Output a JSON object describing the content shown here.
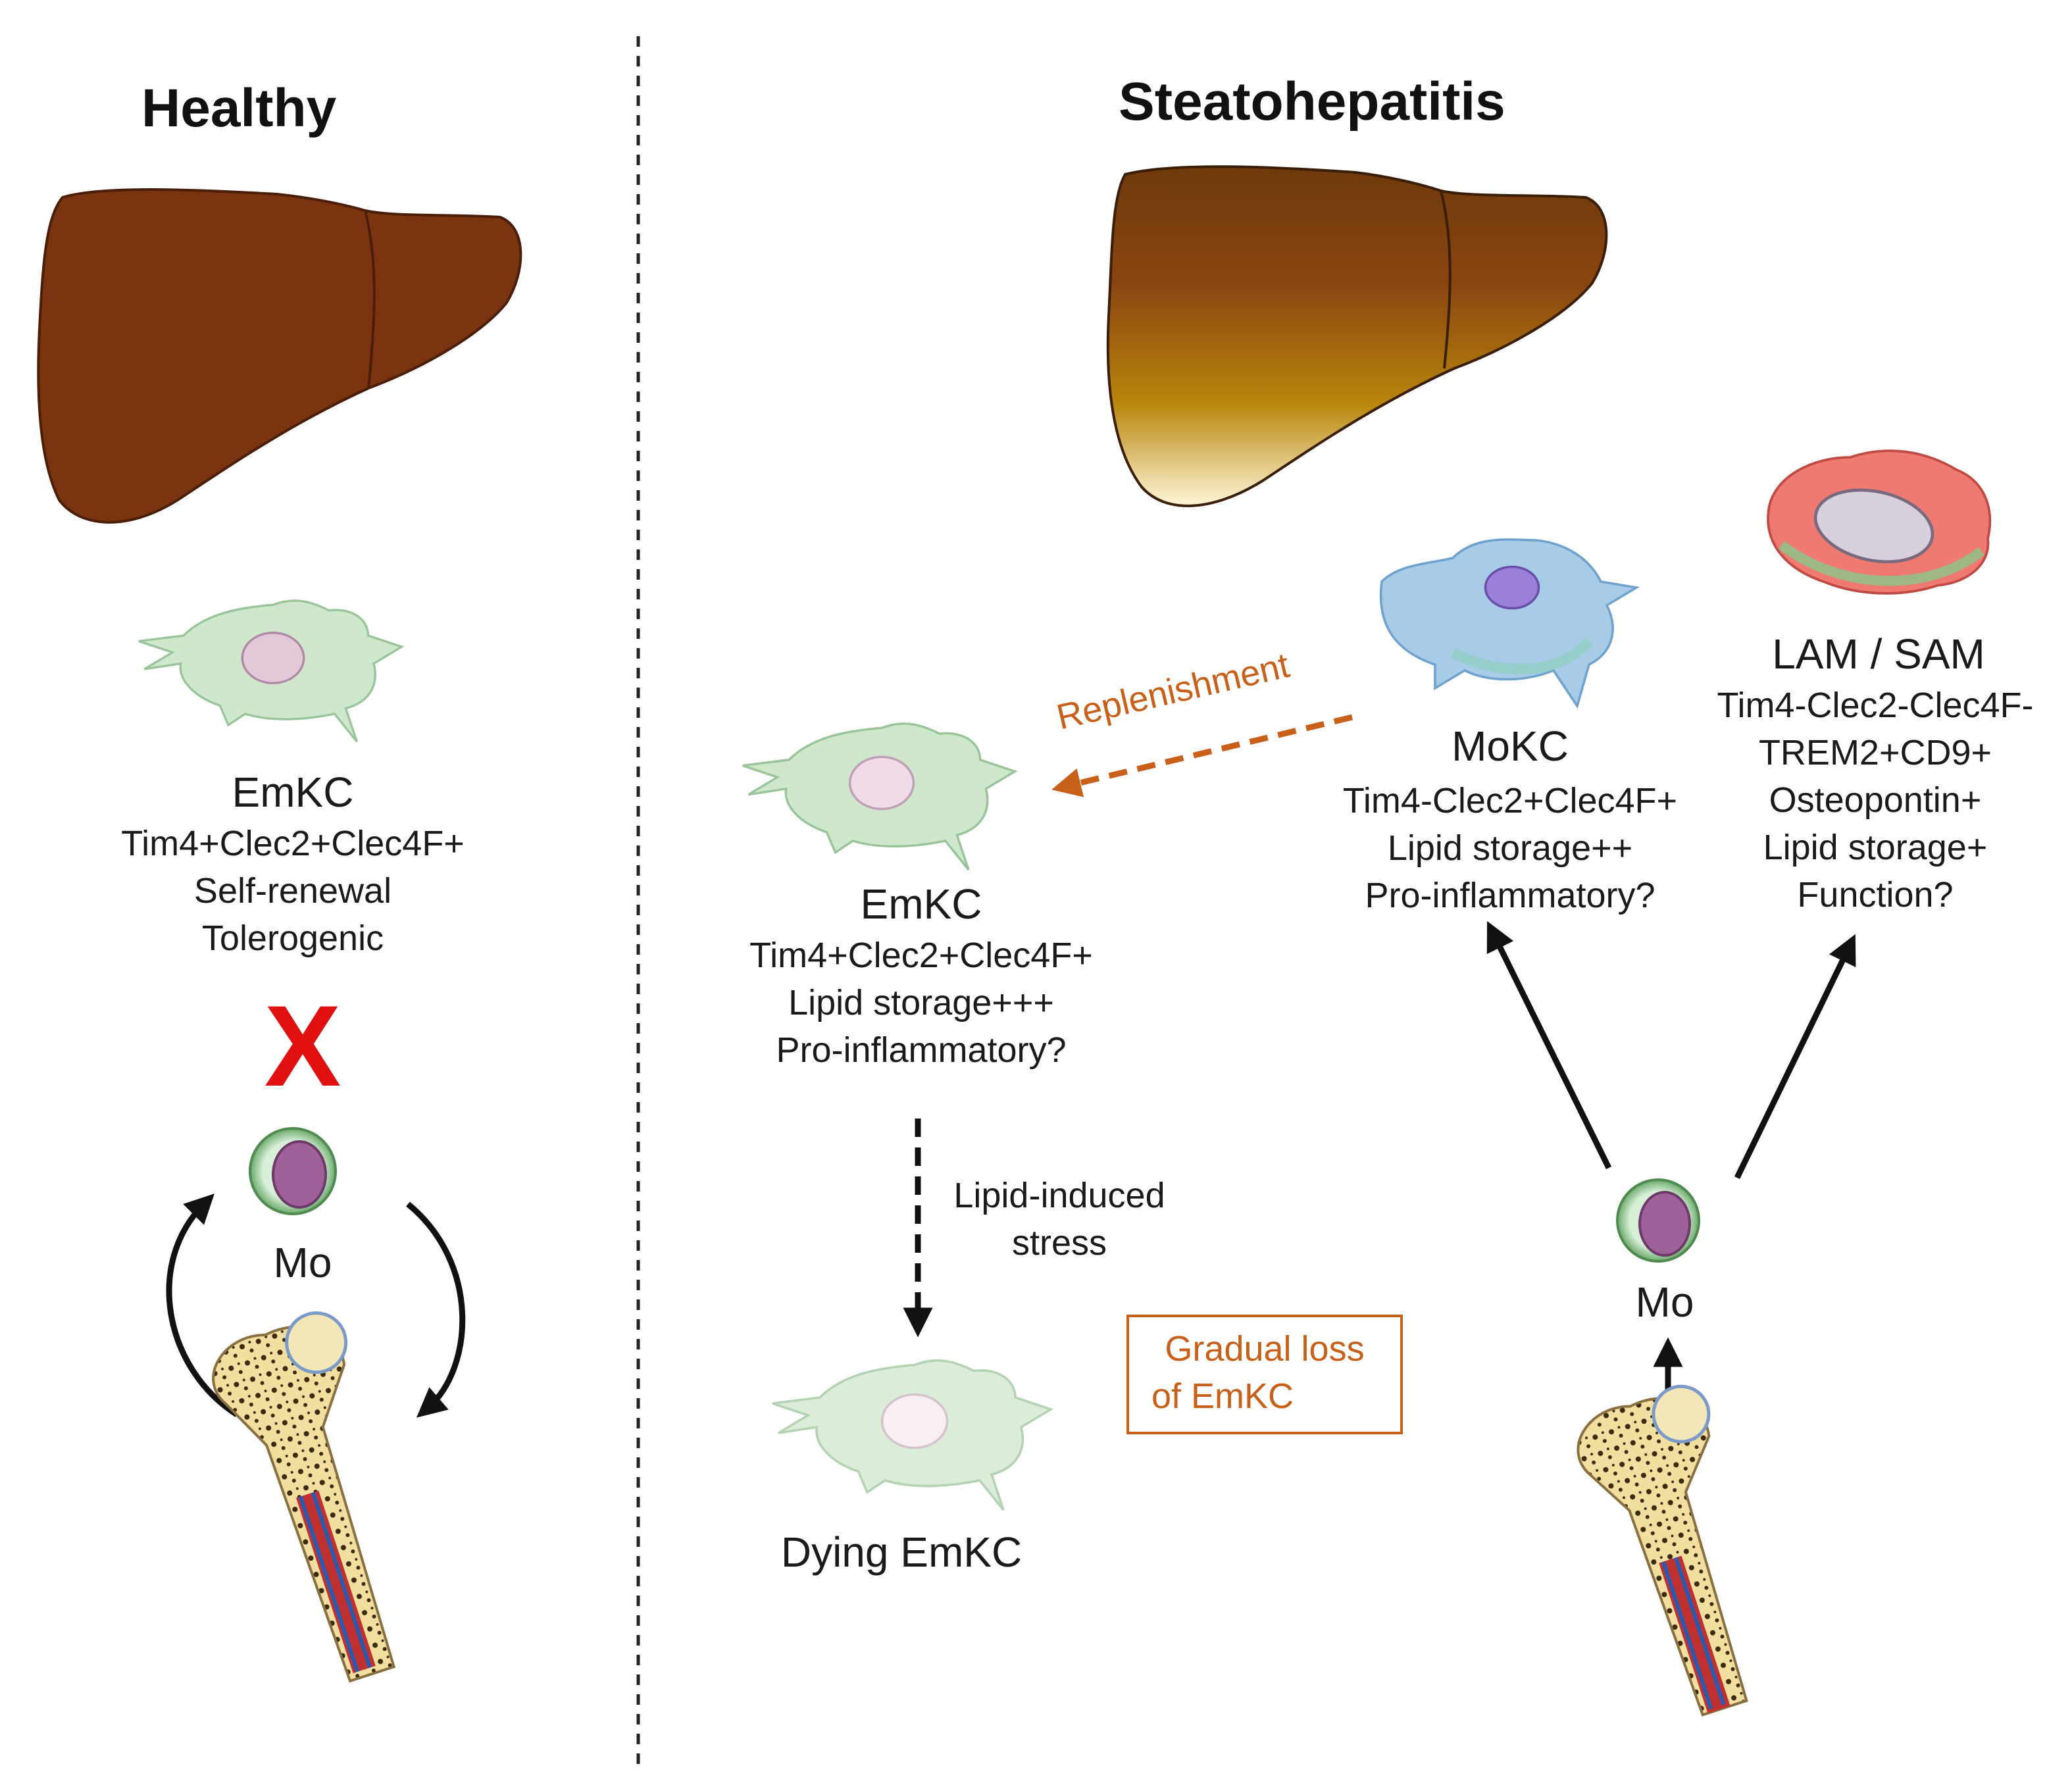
{
  "panels": {
    "healthy": {
      "title": "Healthy",
      "emkc": {
        "name": "EmKC",
        "lines": [
          "Tim4+Clec2+Clec4F+",
          "Self-renewal",
          "Tolerogenic"
        ]
      },
      "block_mark": "X",
      "monocyte": "Mo"
    },
    "steatohepatitis": {
      "title": "Steatohepatitis",
      "replenishment": "Replenishment",
      "emkc": {
        "name": "EmKC",
        "lines": [
          "Tim4+Clec2+Clec4F+",
          "Lipid storage+++",
          "Pro-inflammatory?"
        ]
      },
      "stress_label": [
        "Lipid-induced",
        "stress"
      ],
      "dying": "Dying EmKC",
      "loss_box": [
        "Gradual loss",
        "of EmKC"
      ],
      "mokc": {
        "name": "MoKC",
        "lines": [
          "Tim4-Clec2+Clec4F+",
          "Lipid storage++",
          "Pro-inflammatory?"
        ]
      },
      "lam": {
        "name": "LAM / SAM",
        "lines": [
          "Tim4-Clec2-Clec4F-",
          "TREM2+CD9+",
          "Osteopontin+",
          "Lipid storage+",
          "Function?"
        ]
      },
      "monocyte": "Mo"
    }
  },
  "colors": {
    "liver_healthy": "#7a3510",
    "liver_steatotic_top": "#6e3a0c",
    "liver_steatotic_mid": "#b8860b",
    "emkc_cell": "#cfe8cc",
    "mokc_cell": "#a8cbe8",
    "lam_cell": "#f07a72",
    "accent_orange": "#c8601a",
    "block_red": "#e01010"
  }
}
